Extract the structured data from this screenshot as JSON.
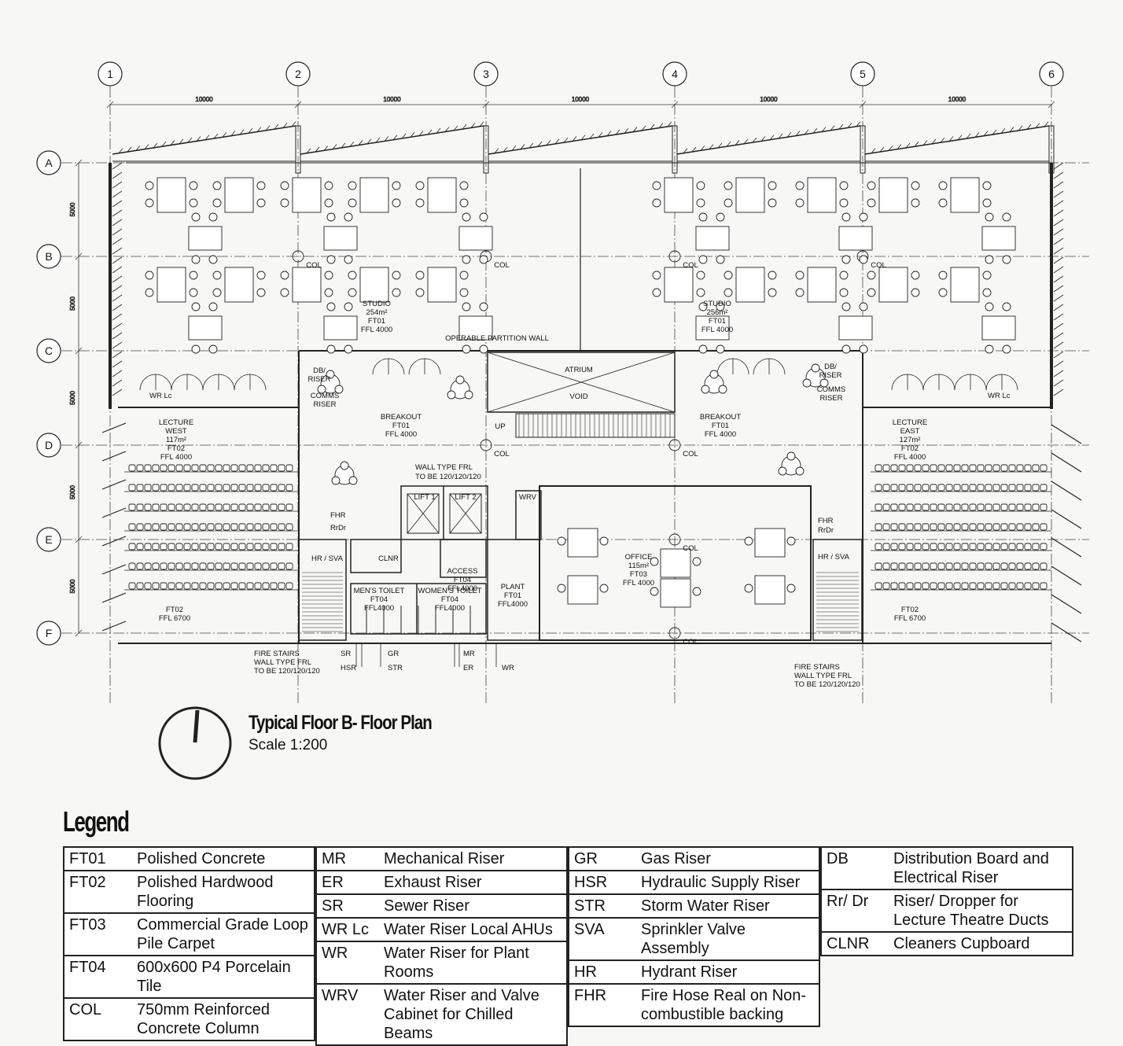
{
  "plan": {
    "grid_columns": [
      "1",
      "2",
      "3",
      "4",
      "5",
      "6"
    ],
    "grid_rows": [
      "A",
      "B",
      "C",
      "D",
      "E",
      "F"
    ],
    "column_spacing": "10000",
    "row_spacing": "5000",
    "rooms": {
      "studio_west": [
        "STUDIO",
        "254m²",
        "FT01",
        "FFL 4000"
      ],
      "studio_east": [
        "STUDIO",
        "256m²",
        "FT01",
        "FFL 4000"
      ],
      "breakout_west": [
        "BREAKOUT",
        "FT01",
        "FFL 4000"
      ],
      "breakout_east": [
        "BREAKOUT",
        "FT01",
        "FFL 4000"
      ],
      "atrium": "ATRIUM",
      "void": "VOID",
      "up": "UP",
      "lecture_west": [
        "LECTURE",
        "WEST",
        "117m²",
        "FT02",
        "FFL 4000"
      ],
      "lecture_east": [
        "LECTURE",
        "EAST",
        "127m²",
        "FT02",
        "FFL 4000"
      ],
      "lecture_west_low": [
        "FT02",
        "FFL 6700"
      ],
      "lecture_east_low": [
        "FT02",
        "FFL 6700"
      ],
      "office": [
        "OFFICE",
        "115m²",
        "FT03",
        "FFL 4000"
      ],
      "plant": [
        "PLANT",
        "FT01",
        "FFL4000"
      ],
      "access": [
        "ACCESS",
        "FT04",
        "FFL4000"
      ],
      "mens": [
        "MEN'S TOILET",
        "FT04",
        "FFL4000"
      ],
      "womens": [
        "WOMEN'S TOILET",
        "FT04",
        "FFL4000"
      ]
    },
    "tags": {
      "col": "COL",
      "wr_lc": "WR Lc",
      "db_riser": [
        "DB/",
        "RISER"
      ],
      "comms_riser": [
        "COMMS",
        "RISER"
      ],
      "operable_wall": "OPERABLE PARTITION WALL",
      "wall_type": [
        "WALL TYPE FRL",
        "TO BE 120/120/120"
      ],
      "lift1": "LIFT 1",
      "lift2": "LIFT 2",
      "wrv": "WRV",
      "fhr": "FHR",
      "rrdr": "RrDr",
      "hr_sva": "HR / SVA",
      "clnr": "CLNR",
      "fire_stairs": [
        "FIRE STAIRS",
        "WALL TYPE FRL",
        "TO BE 120/120/120"
      ],
      "sr": "SR",
      "hsr": "HSR",
      "gr": "GR",
      "str": "STR",
      "mr": "MR",
      "er": "ER",
      "wr": "WR"
    }
  },
  "title": {
    "main": "Typical Floor B- Floor Plan",
    "scale": "Scale 1:200"
  },
  "legend": {
    "title": "Legend",
    "columns": [
      [
        {
          "code": "FT01",
          "desc": "Polished Concrete"
        },
        {
          "code": "FT02",
          "desc": "Polished Hardwood Flooring"
        },
        {
          "code": "FT03",
          "desc": "Commercial Grade Loop Pile Carpet"
        },
        {
          "code": "FT04",
          "desc": "600x600 P4 Porcelain Tile"
        },
        {
          "code": "COL",
          "desc": "750mm Reinforced Concrete Column"
        }
      ],
      [
        {
          "code": "MR",
          "desc": "Mechanical Riser"
        },
        {
          "code": "ER",
          "desc": "Exhaust Riser"
        },
        {
          "code": "SR",
          "desc": "Sewer Riser"
        },
        {
          "code": "WR Lc",
          "desc": "Water Riser Local AHUs"
        },
        {
          "code": "WR",
          "desc": "Water Riser for Plant Rooms"
        },
        {
          "code": "WRV",
          "desc": "Water Riser and Valve Cabinet for Chilled Beams"
        }
      ],
      [
        {
          "code": "GR",
          "desc": "Gas Riser"
        },
        {
          "code": "HSR",
          "desc": "Hydraulic Supply Riser"
        },
        {
          "code": "STR",
          "desc": "Storm Water Riser"
        },
        {
          "code": "SVA",
          "desc": "Sprinkler Valve Assembly"
        },
        {
          "code": "HR",
          "desc": "Hydrant Riser"
        },
        {
          "code": "FHR",
          "desc": "Fire Hose Real on Non-combustible backing"
        }
      ],
      [
        {
          "code": "DB",
          "desc": "Distribution Board and Electrical Riser"
        },
        {
          "code": "Rr/ Dr",
          "desc": "Riser/ Dropper for Lecture Theatre Ducts"
        },
        {
          "code": "CLNR",
          "desc": "Cleaners Cupboard"
        }
      ]
    ]
  }
}
